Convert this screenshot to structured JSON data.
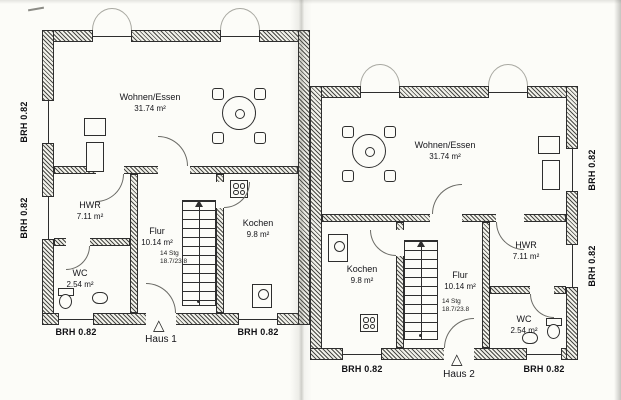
{
  "plan": {
    "brh_label": "BRH 0.82",
    "haus1": {
      "label": "Haus 1",
      "rooms": {
        "wohnen": {
          "name": "Wohnen/Essen",
          "area": "31.74 m²"
        },
        "hwr": {
          "name": "HWR",
          "area": "7.11 m²"
        },
        "flur": {
          "name": "Flur",
          "area": "10.14 m²"
        },
        "kochen": {
          "name": "Kochen",
          "area": "9.8 m²"
        },
        "wc": {
          "name": "WC",
          "area": "2.54 m²"
        }
      },
      "stairs_note": {
        "line1": "14 Stg",
        "line2": "18.7/23.8"
      }
    },
    "haus2": {
      "label": "Haus 2",
      "rooms": {
        "wohnen": {
          "name": "Wohnen/Essen",
          "area": "31.74 m²"
        },
        "hwr": {
          "name": "HWR",
          "area": "7.11 m²"
        },
        "flur": {
          "name": "Flur",
          "area": "10.14 m²"
        },
        "kochen": {
          "name": "Kochen",
          "area": "9.8 m²"
        },
        "wc": {
          "name": "WC",
          "area": "2.54 m²"
        }
      },
      "stairs_note": {
        "line1": "14 Stg",
        "line2": "18.7/23.8"
      }
    }
  }
}
